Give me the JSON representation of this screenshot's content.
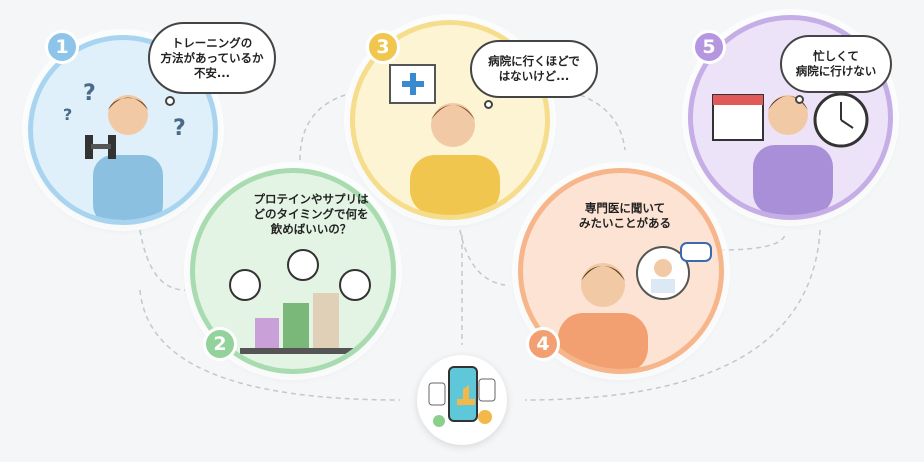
{
  "steps": [
    {
      "number": "1",
      "text_lines": [
        "トレーニングの",
        "方法があっているか",
        "不安..."
      ],
      "color": "#8dc5ea"
    },
    {
      "number": "2",
      "text_lines": [
        "プロテインやサプリは",
        "どのタイミングで何を",
        "飲めばいいの？"
      ],
      "color": "#94d29c"
    },
    {
      "number": "3",
      "text_lines": [
        "病院に行くほどで",
        "はないけど..."
      ],
      "color": "#f0c64e"
    },
    {
      "number": "4",
      "text_lines": [
        "専門医に聞いて",
        "みたいことがある"
      ],
      "color": "#f2a071"
    },
    {
      "number": "5",
      "text_lines": [
        "忙しくて",
        "病院に行けない"
      ],
      "color": "#b596e0"
    }
  ],
  "center": {
    "icon": "smartphone-app-icon"
  }
}
